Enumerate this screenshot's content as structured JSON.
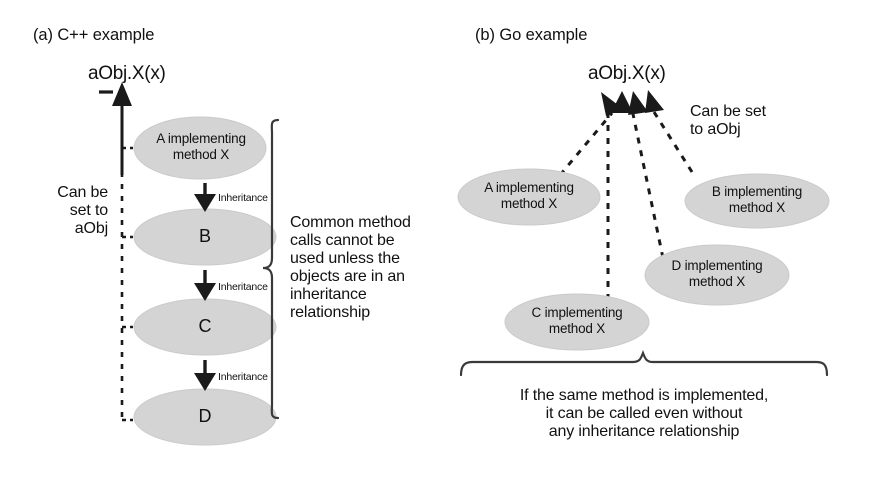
{
  "figure": {
    "background_color": "#ffffff",
    "ellipse_fill": "#d4d4d4",
    "ellipse_stroke": "#c0c0c0",
    "line_color": "#1a1a1a",
    "text_color": "#111111"
  },
  "panel_a": {
    "title": "(a) C++ example",
    "call": "aObj.X(x)",
    "side_note": "Can be\nset to\naObj",
    "brace_note": "Common method\ncalls cannot be\nused unless the\nobjects are in an\ninheritance\nrelationship",
    "nodes": [
      {
        "id": "A",
        "label": "A implementing\nmethod X",
        "size": "small"
      },
      {
        "id": "B",
        "label": "B",
        "size": "big"
      },
      {
        "id": "C",
        "label": "C",
        "size": "big"
      },
      {
        "id": "D",
        "label": "D",
        "size": "big"
      }
    ],
    "edges": [
      {
        "from": "A",
        "to": "B",
        "label": "Inheritance"
      },
      {
        "from": "B",
        "to": "C",
        "label": "Inheritance"
      },
      {
        "from": "C",
        "to": "D",
        "label": "Inheritance"
      }
    ]
  },
  "panel_b": {
    "title": "(b) Go example",
    "call": "aObj.X(x)",
    "side_note": "Can be set\nto aObj",
    "brace_note": "If the same method is implemented,\nit can be called even without\nany inheritance relationship",
    "nodes": [
      {
        "id": "A",
        "label": "A implementing\nmethod X"
      },
      {
        "id": "B",
        "label": "B implementing\nmethod X"
      },
      {
        "id": "C",
        "label": "C implementing\nmethod X"
      },
      {
        "id": "D",
        "label": "D implementing\nmethod X"
      }
    ]
  }
}
